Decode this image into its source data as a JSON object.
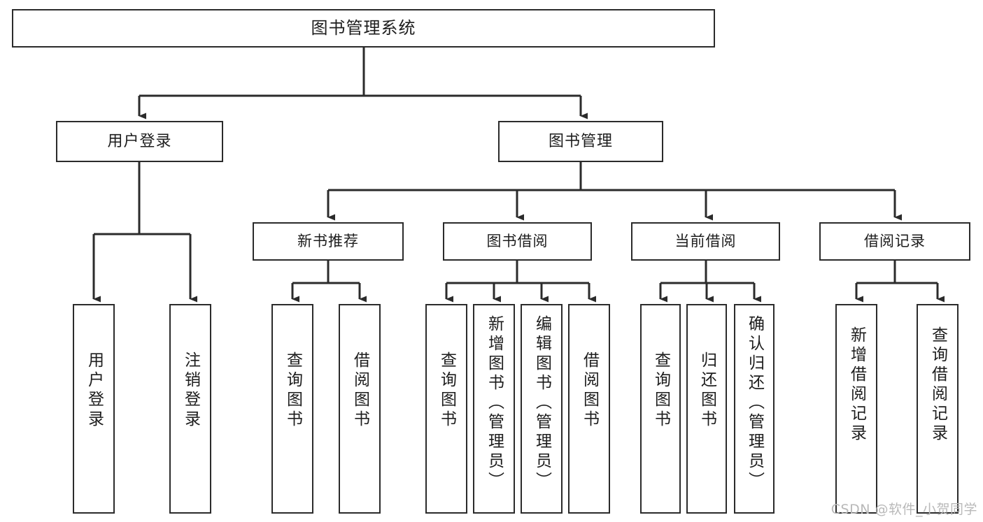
{
  "diagram": {
    "type": "tree-hierarchy",
    "title": "图书管理系统",
    "orientation": "top-down",
    "levels": 4,
    "colors": {
      "box_border": "#2b2b2b",
      "box_fill": "#ffffff",
      "connector": "#2b2b2b",
      "text": "#1d1d1d",
      "watermark": "#b9b9b9",
      "canvas": "#ffffff"
    },
    "root": {
      "label": "图书管理系统"
    },
    "level2": [
      {
        "label": "用户登录"
      },
      {
        "label": "图书管理"
      }
    ],
    "level3": [
      {
        "label": "新书推荐"
      },
      {
        "label": "图书借阅"
      },
      {
        "label": "当前借阅"
      },
      {
        "label": "借阅记录"
      }
    ],
    "leaves": {
      "user_login": [
        {
          "label": "用户登录"
        },
        {
          "label": "注销登录"
        }
      ],
      "new_book_recommend": [
        {
          "label": "查询图书"
        },
        {
          "label": "借阅图书"
        }
      ],
      "book_borrow": [
        {
          "label": "查询图书"
        },
        {
          "label": "新增图书（管理员）"
        },
        {
          "label": "编辑图书（管理员）"
        },
        {
          "label": "借阅图书"
        }
      ],
      "current_borrow": [
        {
          "label": "查询图书"
        },
        {
          "label": "归还图书"
        },
        {
          "label": "确认归还（管理员）"
        }
      ],
      "borrow_record": [
        {
          "label": "新增借阅记录"
        },
        {
          "label": "查询借阅记录"
        }
      ]
    },
    "watermark": "CSDN @软件_小贺同学"
  }
}
